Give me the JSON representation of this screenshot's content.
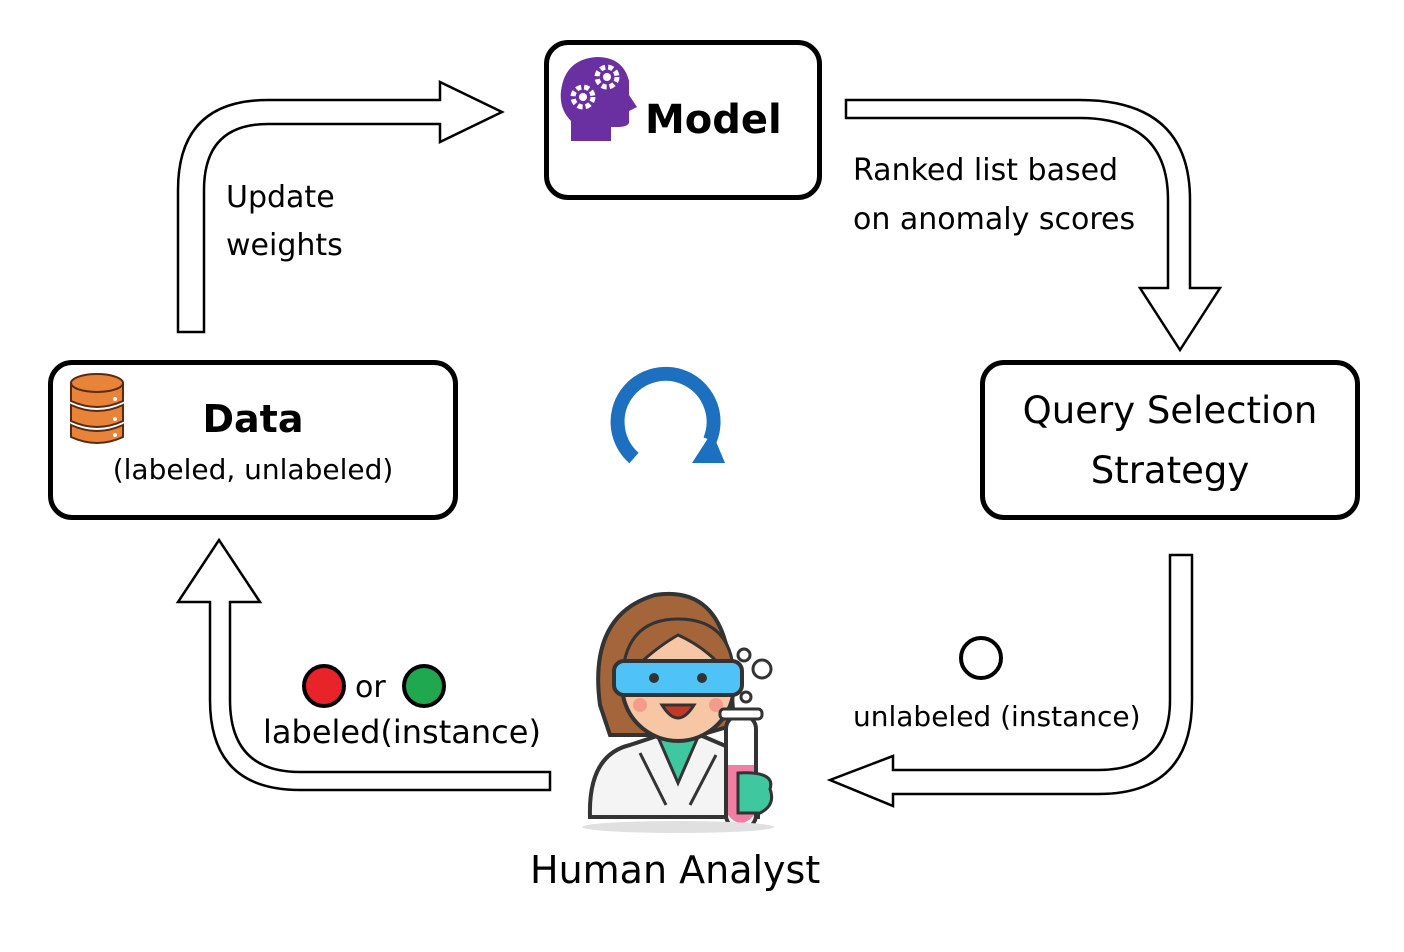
{
  "model": {
    "title": "Model"
  },
  "data": {
    "title": "Data",
    "subtitle": "(labeled, unlabeled)"
  },
  "query": {
    "title_line1": "Query Selection",
    "title_line2": "Strategy"
  },
  "analyst": {
    "label": "Human Analyst"
  },
  "edges": {
    "update": {
      "line1": "Update",
      "line2": "weights"
    },
    "ranked": {
      "line1": "Ranked list based",
      "line2": "on anomaly scores"
    },
    "unlabeled": {
      "label": "unlabeled (instance)"
    },
    "labeled": {
      "or": "or",
      "label": "labeled(instance)"
    }
  },
  "colors": {
    "stroke": "#000000",
    "model_icon": "#6a2fa0",
    "database_icon": "#e8833a",
    "cycle_icon": "#1d6fbf",
    "red_marker": "#e8232a",
    "green_marker": "#1fa84f"
  },
  "icons": {
    "model": "head-gears-icon",
    "data": "database-icon",
    "center": "cycle-arrow-icon",
    "analyst": "scientist-icon"
  }
}
